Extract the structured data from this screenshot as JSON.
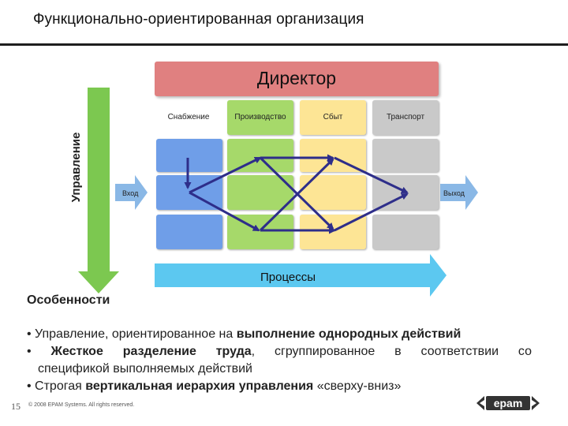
{
  "title": "Функционально-ориентированная организация",
  "director": "Директор",
  "management_label": "Управление",
  "columns": [
    {
      "label": "Снабжение"
    },
    {
      "label": "Производство"
    },
    {
      "label": "Сбыт"
    },
    {
      "label": "Транспорт"
    }
  ],
  "entry_label": "Вход",
  "exit_label": "Выход",
  "processes_label": "Процессы",
  "features_title": "Особенности",
  "bullets": {
    "b1_pre": "Управление, ориентированное на ",
    "b1_bold": "выполнение однородных действий",
    "b2_bold": "Жесткое разделение труда",
    "b2_rest_line1": ", сгруппированное в соответствии со",
    "b2_line2": "спецификой выполняемых действий",
    "b3_pre": "Строгая ",
    "b3_bold": "вертикальная иерархия управления",
    "b3_post": " «сверху-вниз»"
  },
  "page_number": "15",
  "copyright": "© 2008  EPAM Systems. All rights reserved.",
  "logo_text": "epam",
  "colors": {
    "director": "#e08080",
    "supply": "#6f9ee8",
    "production": "#a6d96a",
    "sales": "#fde595",
    "transport": "#c9c9c9",
    "management_arrow": "#7cc850",
    "process_arrow": "#5cc8f0",
    "flow_arrows": "#2e2e8a"
  }
}
